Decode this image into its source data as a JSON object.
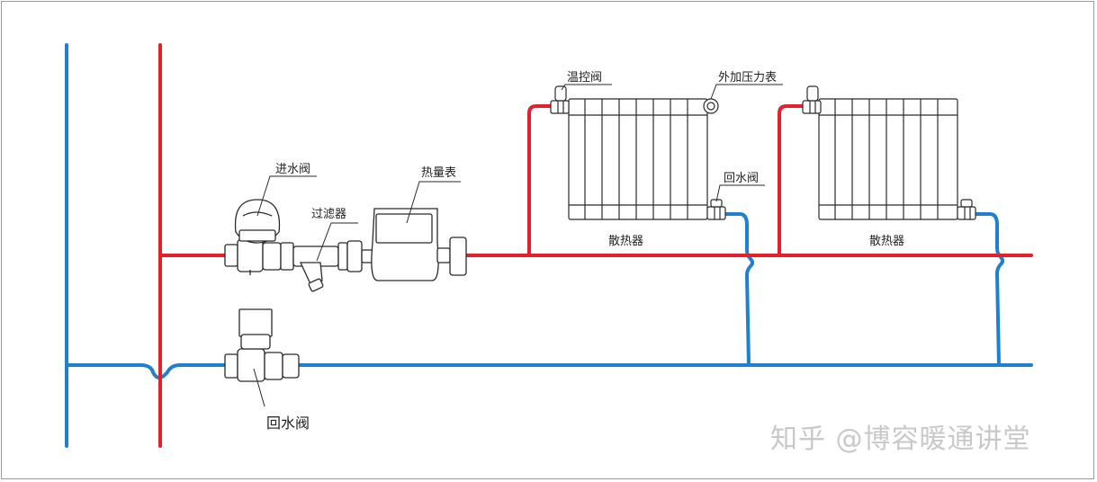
{
  "labels": {
    "inlet_valve": "进水阀",
    "filter": "过滤器",
    "heat_meter": "热量表",
    "return_valve_main": "回水阀",
    "thermostatic_valve": "温控阀",
    "pressure_gauge": "外加压力表",
    "return_valve_radiator": "回水阀",
    "radiator_1": "散热器",
    "radiator_2": "散热器"
  },
  "watermark": "知乎 @博容暖通讲堂",
  "colors": {
    "supply": "#e5202a",
    "return": "#1f7fd1",
    "line": "#2b2b2b",
    "fill": "#ffffff",
    "watermark": "#c9c9c9"
  }
}
